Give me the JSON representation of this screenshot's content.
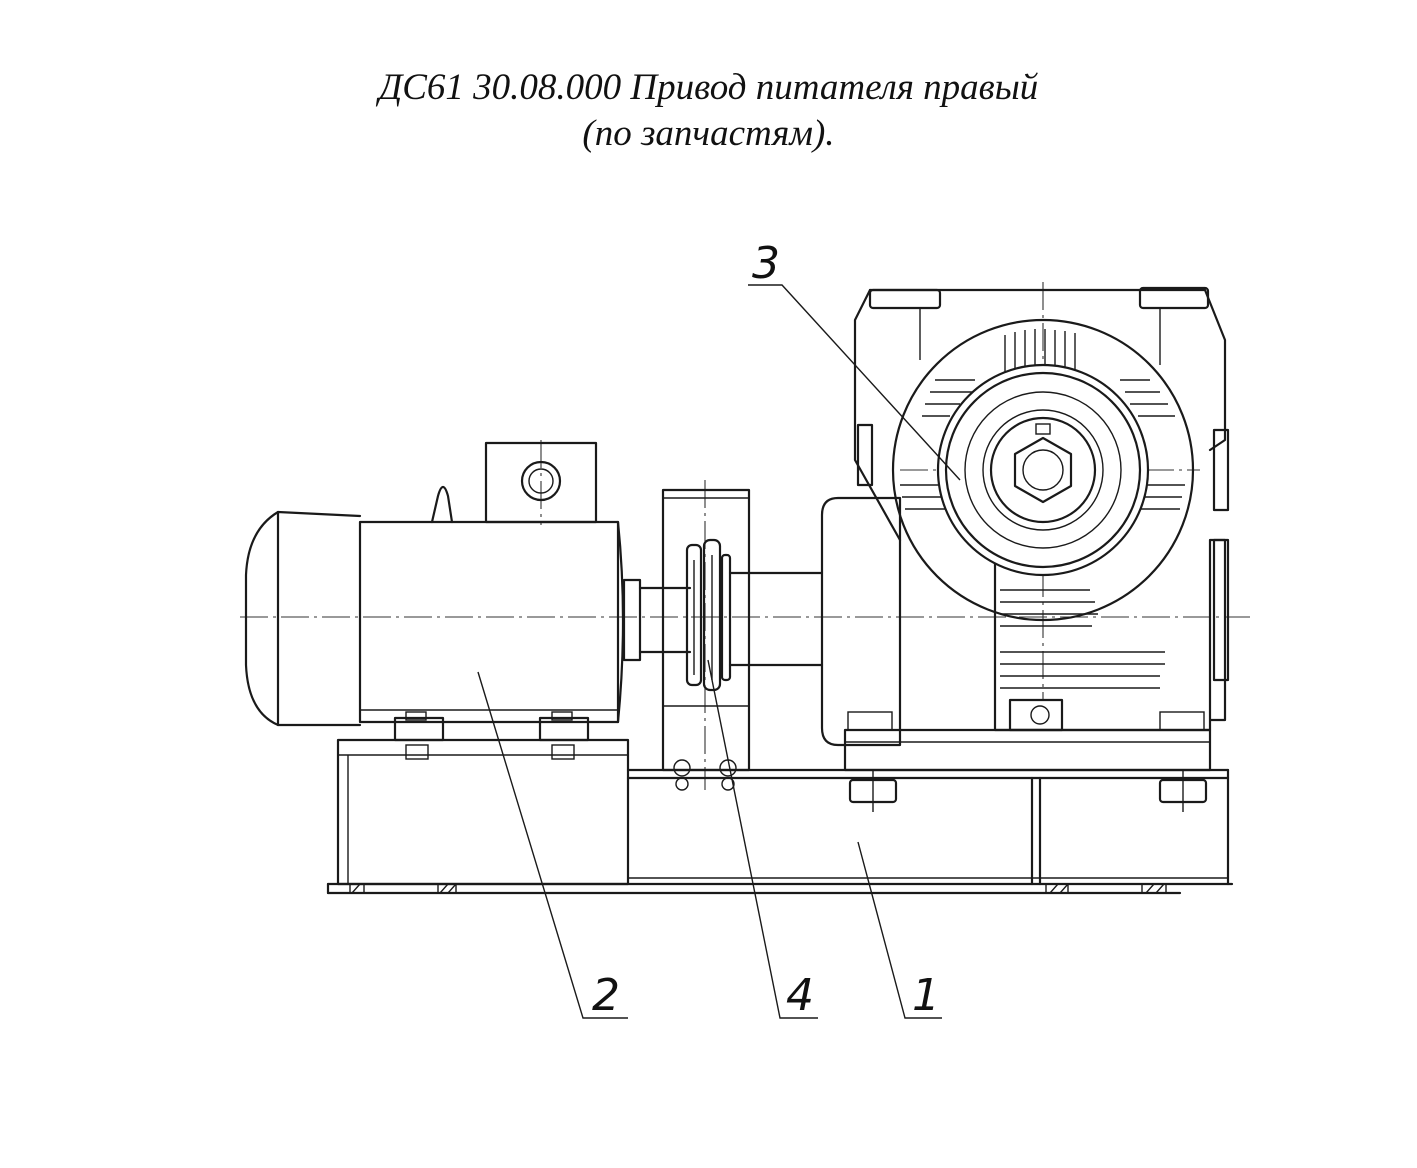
{
  "title": {
    "line1": "ДС61 30.08.000 Привод питателя правый",
    "line2": "(по запчастям)."
  },
  "callouts": [
    {
      "id": "3",
      "label": "3"
    },
    {
      "id": "2",
      "label": "2"
    },
    {
      "id": "4",
      "label": "4"
    },
    {
      "id": "1",
      "label": "1"
    }
  ]
}
